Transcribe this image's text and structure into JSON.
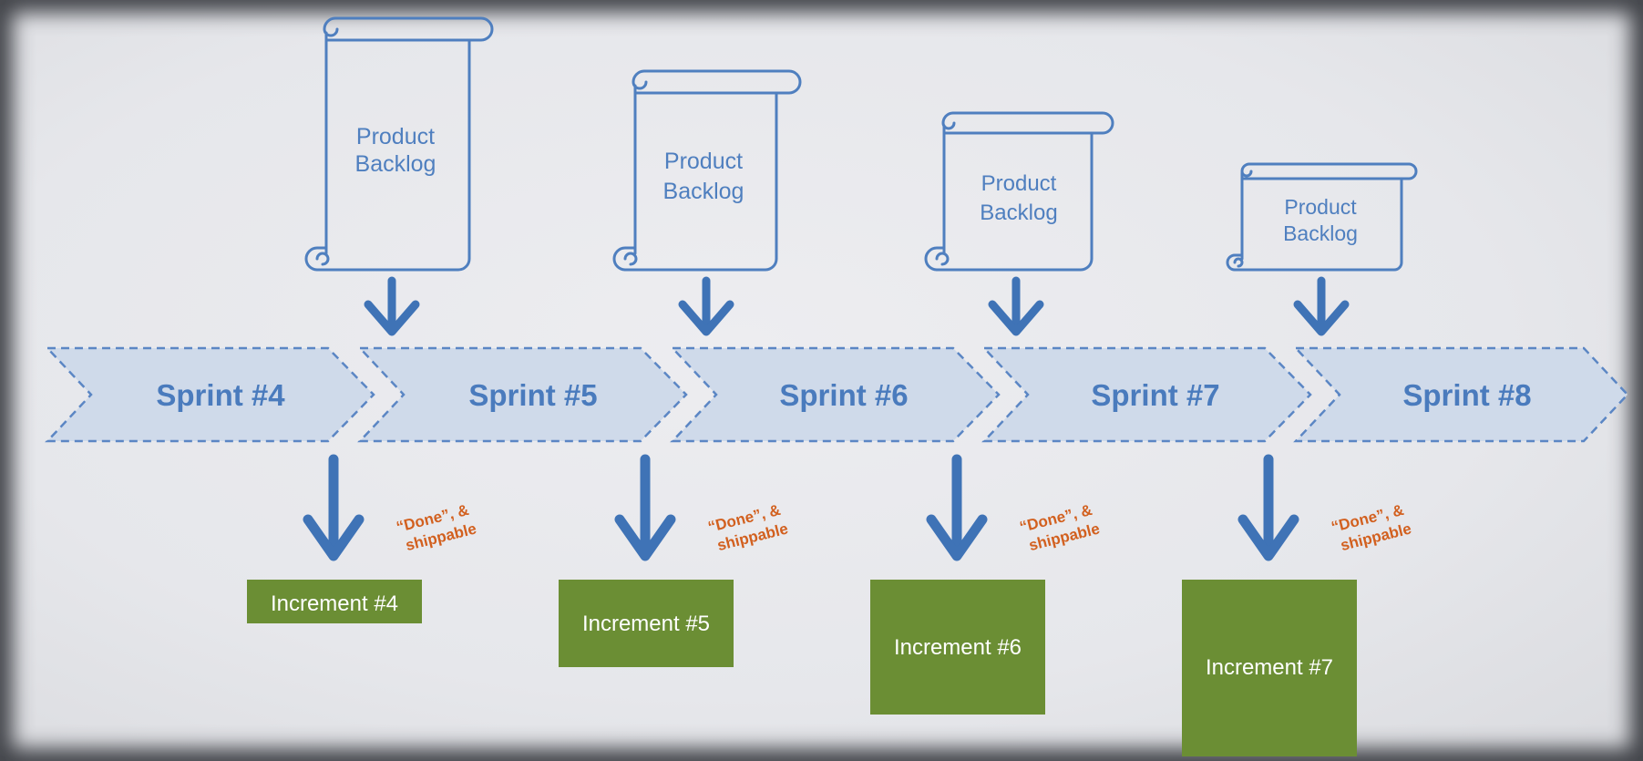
{
  "backlogs": [
    {
      "line1": "Product",
      "line2": "Backlog"
    },
    {
      "line1": "Product",
      "line2": "Backlog"
    },
    {
      "line1": "Product",
      "line2": "Backlog"
    },
    {
      "line1": "Product",
      "line2": "Backlog"
    }
  ],
  "sprints": [
    {
      "label": "Sprint #4"
    },
    {
      "label": "Sprint #5"
    },
    {
      "label": "Sprint #6"
    },
    {
      "label": "Sprint #7"
    },
    {
      "label": "Sprint #8"
    }
  ],
  "done_notes": [
    {
      "line1": "“Done”, &",
      "line2": "shippable"
    },
    {
      "line1": "“Done”, &",
      "line2": "shippable"
    },
    {
      "line1": "“Done”, &",
      "line2": "shippable"
    },
    {
      "line1": "“Done”, &",
      "line2": "shippable"
    }
  ],
  "increments": [
    {
      "label": "Increment #4"
    },
    {
      "label": "Increment #5"
    },
    {
      "label": "Increment #6"
    },
    {
      "label": "Increment #7"
    }
  ],
  "colors": {
    "scroll_stroke": "#4f7fbf",
    "arrow": "#3f73b6",
    "chevron_fill": "#cfdaea",
    "chevron_stroke": "#5b86c4",
    "increment_fill": "#6b8e34",
    "done_text": "#d2601f"
  }
}
